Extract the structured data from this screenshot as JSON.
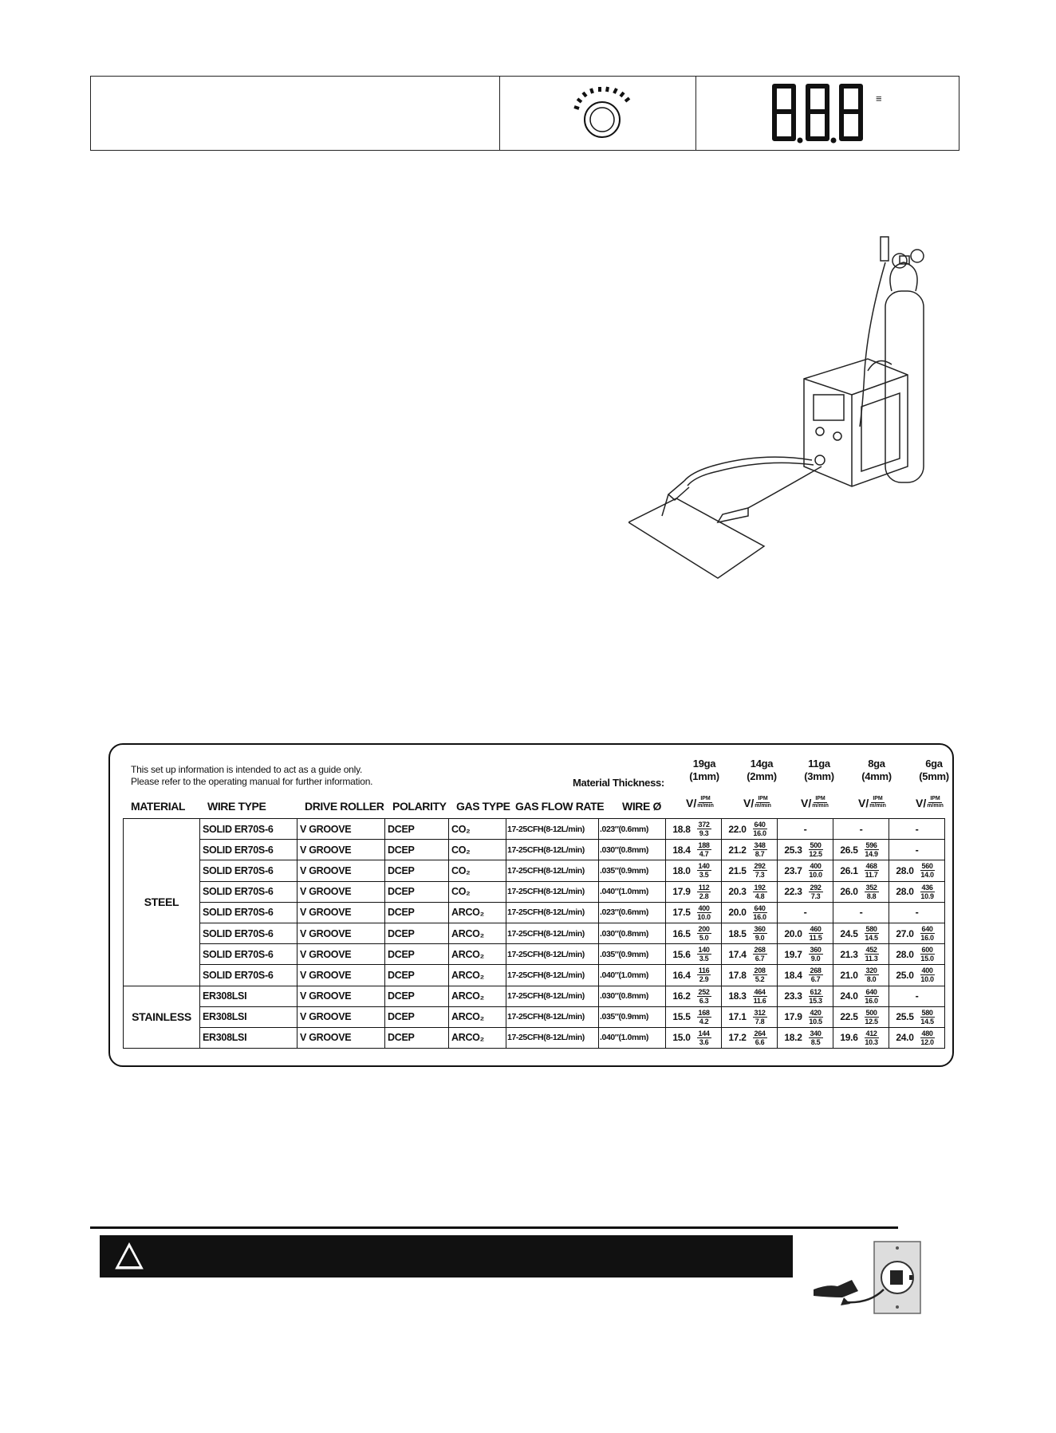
{
  "display": {
    "segments": "8.8.8",
    "icon": "network-icon"
  },
  "chart": {
    "note_line1": "This set up information is intended to act as a guide only.",
    "note_line2": "Please refer to the operating manual for further information.",
    "material_thickness_label": "Material Thickness:",
    "thickness": [
      {
        "ga": "19ga",
        "mm": "(1mm)"
      },
      {
        "ga": "14ga",
        "mm": "(2mm)"
      },
      {
        "ga": "11ga",
        "mm": "(3mm)"
      },
      {
        "ga": "8ga",
        "mm": "(4mm)"
      },
      {
        "ga": "6ga",
        "mm": "(5mm)"
      }
    ],
    "headers": {
      "material": "MATERIAL",
      "wire_type": "WIRE TYPE",
      "drive_roller": "DRIVE ROLLER",
      "polarity": "POLARITY",
      "gas_type": "GAS TYPE",
      "gas_flow_rate": "GAS FLOW RATE",
      "wire_dia": "WIRE Ø",
      "v": "V/",
      "ipm": "IPM",
      "mmin": "m/min"
    },
    "groups": [
      {
        "name": "STEEL",
        "rows": 8
      },
      {
        "name": "STAINLESS",
        "rows": 3
      }
    ],
    "rows": [
      {
        "wire": "SOLID ER70S-6",
        "roller": "V GROOVE",
        "pol": "DCEP",
        "gas": "CO₂",
        "flow": "17-25CFH(8-12L/min)",
        "dia": ".023″(0.6mm)",
        "vals": [
          [
            "18.8",
            "372",
            "9.3"
          ],
          [
            "22.0",
            "640",
            "16.0"
          ],
          null,
          null,
          null
        ]
      },
      {
        "wire": "SOLID ER70S-6",
        "roller": "V GROOVE",
        "pol": "DCEP",
        "gas": "CO₂",
        "flow": "17-25CFH(8-12L/min)",
        "dia": ".030″(0.8mm)",
        "vals": [
          [
            "18.4",
            "188",
            "4.7"
          ],
          [
            "21.2",
            "348",
            "8.7"
          ],
          [
            "25.3",
            "500",
            "12.5"
          ],
          [
            "26.5",
            "596",
            "14.9"
          ],
          null
        ]
      },
      {
        "wire": "SOLID ER70S-6",
        "roller": "V GROOVE",
        "pol": "DCEP",
        "gas": "CO₂",
        "flow": "17-25CFH(8-12L/min)",
        "dia": ".035″(0.9mm)",
        "vals": [
          [
            "18.0",
            "140",
            "3.5"
          ],
          [
            "21.5",
            "292",
            "7.3"
          ],
          [
            "23.7",
            "400",
            "10.0"
          ],
          [
            "26.1",
            "468",
            "11.7"
          ],
          [
            "28.0",
            "560",
            "14.0"
          ]
        ]
      },
      {
        "wire": "SOLID ER70S-6",
        "roller": "V GROOVE",
        "pol": "DCEP",
        "gas": "CO₂",
        "flow": "17-25CFH(8-12L/min)",
        "dia": ".040″(1.0mm)",
        "vals": [
          [
            "17.9",
            "112",
            "2.8"
          ],
          [
            "20.3",
            "192",
            "4.8"
          ],
          [
            "22.3",
            "292",
            "7.3"
          ],
          [
            "26.0",
            "352",
            "8.8"
          ],
          [
            "28.0",
            "436",
            "10.9"
          ]
        ]
      },
      {
        "wire": "SOLID ER70S-6",
        "roller": "V GROOVE",
        "pol": "DCEP",
        "gas": "ARCO₂",
        "flow": "17-25CFH(8-12L/min)",
        "dia": ".023″(0.6mm)",
        "vals": [
          [
            "17.5",
            "400",
            "10.0"
          ],
          [
            "20.0",
            "640",
            "16.0"
          ],
          null,
          null,
          null
        ]
      },
      {
        "wire": "SOLID ER70S-6",
        "roller": "V GROOVE",
        "pol": "DCEP",
        "gas": "ARCO₂",
        "flow": "17-25CFH(8-12L/min)",
        "dia": ".030″(0.8mm)",
        "vals": [
          [
            "16.5",
            "200",
            "5.0"
          ],
          [
            "18.5",
            "360",
            "9.0"
          ],
          [
            "20.0",
            "460",
            "11.5"
          ],
          [
            "24.5",
            "580",
            "14.5"
          ],
          [
            "27.0",
            "640",
            "16.0"
          ]
        ]
      },
      {
        "wire": "SOLID ER70S-6",
        "roller": "V GROOVE",
        "pol": "DCEP",
        "gas": "ARCO₂",
        "flow": "17-25CFH(8-12L/min)",
        "dia": ".035″(0.9mm)",
        "vals": [
          [
            "15.6",
            "140",
            "3.5"
          ],
          [
            "17.4",
            "268",
            "6.7"
          ],
          [
            "19.7",
            "360",
            "9.0"
          ],
          [
            "21.3",
            "452",
            "11.3"
          ],
          [
            "28.0",
            "600",
            "15.0"
          ]
        ]
      },
      {
        "wire": "SOLID ER70S-6",
        "roller": "V GROOVE",
        "pol": "DCEP",
        "gas": "ARCO₂",
        "flow": "17-25CFH(8-12L/min)",
        "dia": ".040″(1.0mm)",
        "vals": [
          [
            "16.4",
            "116",
            "2.9"
          ],
          [
            "17.8",
            "208",
            "5.2"
          ],
          [
            "18.4",
            "268",
            "6.7"
          ],
          [
            "21.0",
            "320",
            "8.0"
          ],
          [
            "25.0",
            "400",
            "10.0"
          ]
        ]
      },
      {
        "wire": "ER308LSI",
        "roller": "V GROOVE",
        "pol": "DCEP",
        "gas": "ARCO₂",
        "flow": "17-25CFH(8-12L/min)",
        "dia": ".030″(0.8mm)",
        "vals": [
          [
            "16.2",
            "252",
            "6.3"
          ],
          [
            "18.3",
            "464",
            "11.6"
          ],
          [
            "23.3",
            "612",
            "15.3"
          ],
          [
            "24.0",
            "640",
            "16.0"
          ],
          null
        ]
      },
      {
        "wire": "ER308LSI",
        "roller": "V GROOVE",
        "pol": "DCEP",
        "gas": "ARCO₂",
        "flow": "17-25CFH(8-12L/min)",
        "dia": ".035″(0.9mm)",
        "vals": [
          [
            "15.5",
            "168",
            "4.2"
          ],
          [
            "17.1",
            "312",
            "7.8"
          ],
          [
            "17.9",
            "420",
            "10.5"
          ],
          [
            "22.5",
            "500",
            "12.5"
          ],
          [
            "25.5",
            "580",
            "14.5"
          ]
        ]
      },
      {
        "wire": "ER308LSI",
        "roller": "V GROOVE",
        "pol": "DCEP",
        "gas": "ARCO₂",
        "flow": "17-25CFH(8-12L/min)",
        "dia": ".040″(1.0mm)",
        "vals": [
          [
            "15.0",
            "144",
            "3.6"
          ],
          [
            "17.2",
            "264",
            "6.6"
          ],
          [
            "18.2",
            "340",
            "8.5"
          ],
          [
            "19.6",
            "412",
            "10.3"
          ],
          [
            "24.0",
            "480",
            "12.0"
          ]
        ]
      }
    ],
    "dash": "-"
  },
  "warning": {
    "icon": "warning-triangle-icon"
  }
}
